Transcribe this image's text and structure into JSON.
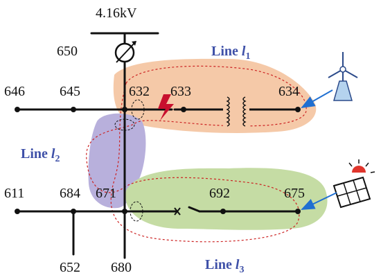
{
  "voltage": "4.16kV",
  "buses": {
    "b650": "650",
    "b646": "646",
    "b645": "645",
    "b632": "632",
    "b633": "633",
    "b634": "634",
    "b611": "611",
    "b684": "684",
    "b671": "671",
    "b692": "692",
    "b675": "675",
    "b652": "652",
    "b680": "680"
  },
  "lines": [
    {
      "prefix": "Line ",
      "symbol": "l",
      "sub": "1"
    },
    {
      "prefix": "Line ",
      "symbol": "l",
      "sub": "2"
    },
    {
      "prefix": "Line ",
      "symbol": "l",
      "sub": "3"
    }
  ],
  "colors": {
    "line1_region": "#f5c9a8",
    "line2_region": "#b8b0dc",
    "line3_region": "#c5dca4",
    "line_label": "#3f51a8",
    "fault": "#c8102e",
    "arrow": "#1f6fd1",
    "boundary_dash": "#cc2222"
  },
  "icons": [
    "regulator-icon",
    "transformer-icon",
    "switch-icon",
    "fault-icon",
    "wind-turbine-icon",
    "solar-panel-icon"
  ]
}
